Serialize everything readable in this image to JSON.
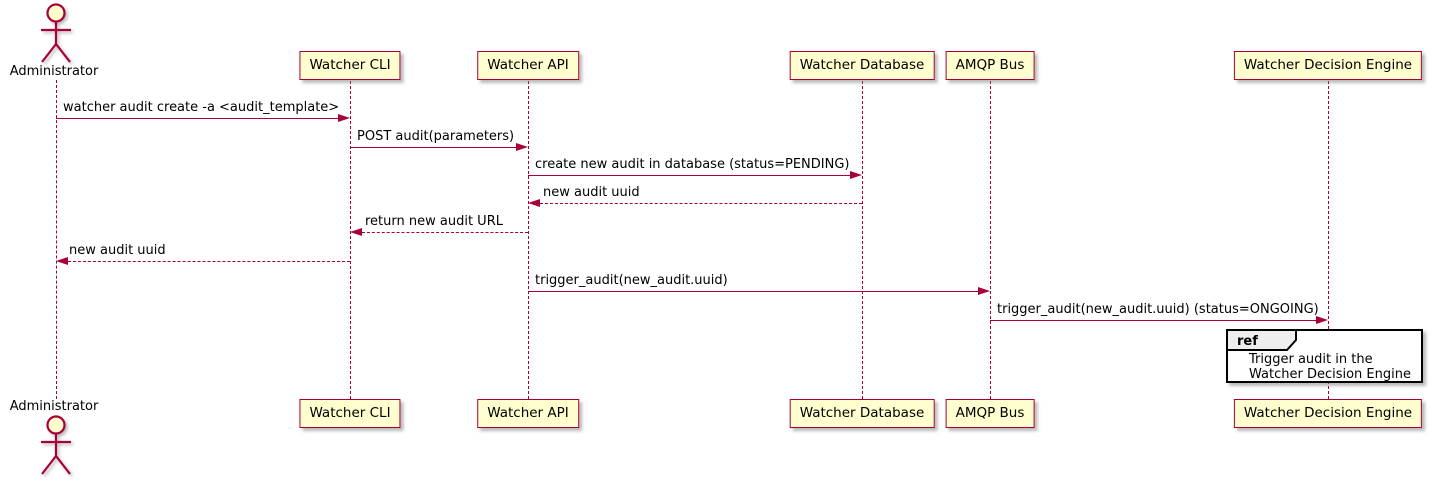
{
  "actor": {
    "name": "Administrator"
  },
  "participants": [
    {
      "label": "Watcher CLI"
    },
    {
      "label": "Watcher API"
    },
    {
      "label": "Watcher Database"
    },
    {
      "label": "AMQP Bus"
    },
    {
      "label": "Watcher Decision Engine"
    }
  ],
  "messages": [
    {
      "from": "Administrator",
      "to": "Watcher CLI",
      "label": "watcher audit create -a <audit_template>",
      "line": "solid",
      "direction": "right"
    },
    {
      "from": "Watcher CLI",
      "to": "Watcher API",
      "label": "POST audit(parameters)",
      "line": "solid",
      "direction": "right"
    },
    {
      "from": "Watcher API",
      "to": "Watcher Database",
      "label": "create new audit in database (status=PENDING)",
      "line": "solid",
      "direction": "right"
    },
    {
      "from": "Watcher Database",
      "to": "Watcher API",
      "label": "new audit uuid",
      "line": "dashed",
      "direction": "left"
    },
    {
      "from": "Watcher API",
      "to": "Watcher CLI",
      "label": "return new audit URL",
      "line": "dashed",
      "direction": "left"
    },
    {
      "from": "Watcher CLI",
      "to": "Administrator",
      "label": "new audit uuid",
      "line": "dashed",
      "direction": "left"
    },
    {
      "from": "Watcher API",
      "to": "AMQP Bus",
      "label": "trigger_audit(new_audit.uuid)",
      "line": "solid",
      "direction": "right"
    },
    {
      "from": "AMQP Bus",
      "to": "Watcher Decision Engine",
      "label": "trigger_audit(new_audit.uuid) (status=ONGOING)",
      "line": "solid",
      "direction": "right"
    }
  ],
  "ref_fragment": {
    "keyword": "ref",
    "lines": [
      "Trigger audit in the",
      "Watcher Decision Engine"
    ]
  },
  "colors": {
    "participant_fill": "#FEFECE",
    "accent": "#A80036",
    "text": "#000000",
    "frame_border": "#000000",
    "ref_tab_fill": "#EEEEEE",
    "background": "#FFFFFF"
  }
}
